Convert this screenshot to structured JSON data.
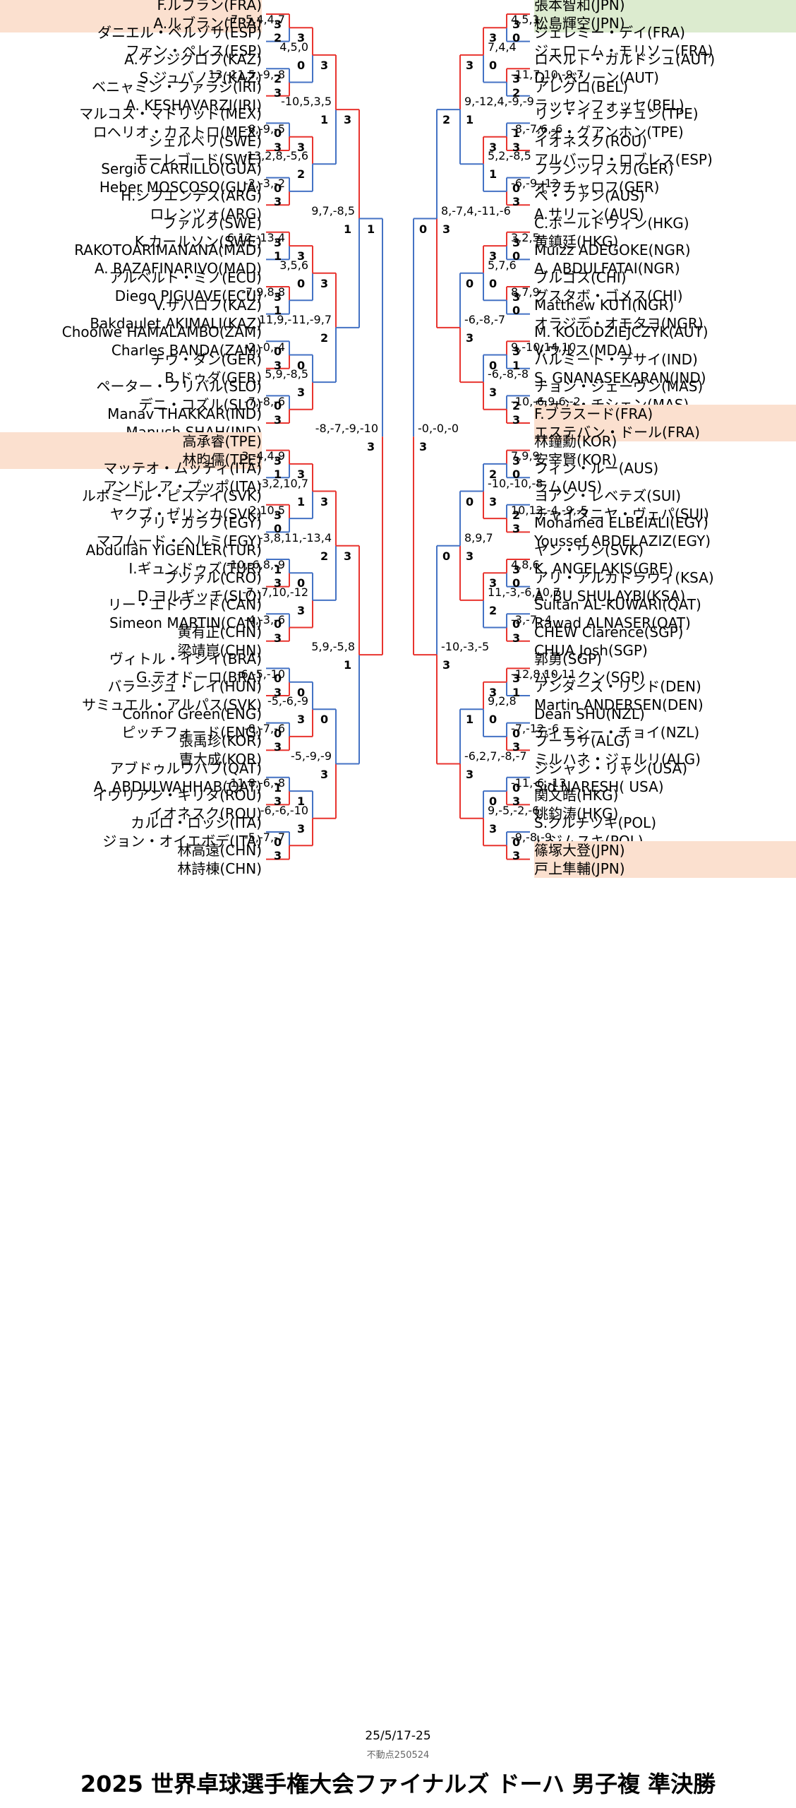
{
  "title": "2025 世界卓球選手権大会ファイナルズ ドーハ 男子複 準決勝",
  "date": "25/5/17-25",
  "note": "不動点250524",
  "colors": {
    "winner": "#e8342f",
    "loser": "#4472c4",
    "highlight_orange": "#fbe0cf",
    "highlight_green": "#dcebcf"
  },
  "bracket": {
    "left_pairs": [
      {
        "p1": "F.ルブラン(FRA)",
        "p2": "A.ルブラン(FRA)",
        "hl": "o"
      },
      {
        "p1": "ダニエル・ベルゾサ(ESP)",
        "p2": "ファン・ペレス(ESP)"
      },
      {
        "p1": "A.ケンジグロフ(KAZ)",
        "p2": "S.ジュバノフ(KAZ)"
      },
      {
        "p1": "ベニャミン・ファラジ(IRI)",
        "p2": "A. KESHAVARZI(IRI)"
      },
      {
        "p1": "マルコス・マドリッド(MEX)",
        "p2": "ロヘリオ・カストロ(MEX)"
      },
      {
        "p1": "シェルベリ(SWE)",
        "p2": "モーレゴード(SWE)"
      },
      {
        "p1": "Sergio CARRILLO(GUA)",
        "p2": "Heber MOSCOSO(GUA)"
      },
      {
        "p1": "H.シフエンテス(ARG)",
        "p2": "ロレンツォ(ARG)"
      },
      {
        "p1": "ファルク(SWE)",
        "p2": "K.カールソン(SWE)"
      },
      {
        "p1": "RAKOTOARIMANANA(MAD)",
        "p2": "A. RAZAFINARIVO(MAD)"
      },
      {
        "p1": "アルベルト・ミノ(ECU)",
        "p2": "Diego PIGUAVE(ECU)"
      },
      {
        "p1": "V.ザハロフ(KAZ)",
        "p2": "Bakdaulet AKIMALI(KAZ)"
      },
      {
        "p1": "Choolwe HAMALAMBO(ZAM)",
        "p2": "Charles BANDA(ZAM)"
      },
      {
        "p1": "チウ・ダン(GER)",
        "p2": "B.ドゥダ(GER)"
      },
      {
        "p1": "ペーター・フリバル(SLO)",
        "p2": "デニ・コズル(SLO)"
      },
      {
        "p1": "Manav THAKKAR(IND)",
        "p2": "Manush SHAH(IND)"
      },
      {
        "p1": "高承睿(TPE)",
        "p2": "林昀儒(TPE)",
        "hl": "o"
      },
      {
        "p1": "マッテオ・ムッティ(ITA)",
        "p2": "アンドレア・プッポ(ITA)"
      },
      {
        "p1": "ルボミール・ピステイ(SVK)",
        "p2": "ヤクブ・ゼリンカ(SVK)"
      },
      {
        "p1": "アリ・ガラブ(EGY)",
        "p2": "マフムード・ヘルミ(EGY)"
      },
      {
        "p1": "Abdullah YIGENLER(TUR)",
        "p2": "I.ギュンドゥズ(TUR)"
      },
      {
        "p1": "プツァル(CRO)",
        "p2": "D.ヨルギッチ(SLO)"
      },
      {
        "p1": "リー・エドワード(CAN)",
        "p2": "Simeon MARTIN(CAN)"
      },
      {
        "p1": "黄有正(CHN)",
        "p2": "梁靖崑(CHN)"
      },
      {
        "p1": "ヴィトル・イシイ(BRA)",
        "p2": "G.テオドーロ(BRA)"
      },
      {
        "p1": "バラージュ・レイ(HUN)",
        "p2": "サミュエル・アルパス(SVK)"
      },
      {
        "p1": "Connor Green(ENG)",
        "p2": "ピッチフォード(ENG)"
      },
      {
        "p1": "張禹珍(KOR)",
        "p2": "曺大成(KOR)"
      },
      {
        "p1": "アブドゥルワハブ(QAT)",
        "p2": "A. ABDULWAHHAB(QAT)"
      },
      {
        "p1": "イウリアン・キリタ(ROU)",
        "p2": "イオネスク(ROU)"
      },
      {
        "p1": "カルロ・ロッシ(ITA)",
        "p2": "ジョン・オイエボデ(ITA)"
      },
      {
        "p1": "林高遠(CHN)",
        "p2": "林詩棟(CHN)"
      }
    ],
    "right_pairs": [
      {
        "p1": "張本智和(JPN)",
        "p2": "松島輝空(JPN)",
        "hl": "g"
      },
      {
        "p1": "ジェレミー・デイ(FRA)",
        "p2": "ジェローム・モリソー(FRA)"
      },
      {
        "p1": "ロベルト・ガルドシュ(AUT)",
        "p2": "D.ハベソーン(AUT)"
      },
      {
        "p1": "アレグロ(BEL)",
        "p2": "ラッセンフォッセ(BEL)"
      },
      {
        "p1": "リン・イェンチュン(TPE)",
        "p2": "クォ・グアンホン(TPE)"
      },
      {
        "p1": "イオネスク(ROU)",
        "p2": "アルバーロ・ロブレス(ESP)"
      },
      {
        "p1": "フランツィスカ(GER)",
        "p2": "オフチャロフ(GER)"
      },
      {
        "p1": "ペ・ファン(AUS)",
        "p2": "A.サリーン(AUS)"
      },
      {
        "p1": "C.ボールドウィン(HKG)",
        "p2": "黄鎮廷(HKG)"
      },
      {
        "p1": "Muizz ADEGOKE(NGR)",
        "p2": "A. ABDULFATAI(NGR)"
      },
      {
        "p1": "ブルゴス(CHI)",
        "p2": "グスタボ・ゴメス(CHI)"
      },
      {
        "p1": "Matthew KUTI(NGR)",
        "p2": "オラジデ・オモタヨ(NGR)"
      },
      {
        "p1": "M. KOLODZIEJCZYK(AUT)",
        "p2": "V.ウルス(MDA)"
      },
      {
        "p1": "ハルミート・デサイ(IND)",
        "p2": "S. GNANASEKARAN(IND)"
      },
      {
        "p1": "チョン・ジェーヴン(MAS)",
        "p2": "ウォン・チシェン(MAS)"
      },
      {
        "p1": "F.ブラスード(FRA)",
        "p2": "エステバン・ドール(FRA)",
        "hl": "o"
      },
      {
        "p1": "林鐘勳(KOR)",
        "p2": "安宰賢(KOR)"
      },
      {
        "p1": "フィン・ルー(AUS)",
        "p2": "ラム(AUS)"
      },
      {
        "p1": "ヨアン・レベテズ(SUI)",
        "p2": "チャイタニヤ・ヴェパ(SUI)"
      },
      {
        "p1": "Mohamed ELBEIALI(EGY)",
        "p2": "Youssef ABDELAZIZ(EGY)"
      },
      {
        "p1": "ヤン・ワン(SVK)",
        "p2": "K. ANGELAKIS(GRE)"
      },
      {
        "p1": "アリ・アルカドラウィ(KSA)",
        "p2": "A. BU SHULAYBI(KSA)"
      },
      {
        "p1": "Sultan AL-KUWARI(QAT)",
        "p2": "Rawad ALNASER(QAT)"
      },
      {
        "p1": "CHEW Clarence(SGP)",
        "p2": "CHUA Josh(SGP)"
      },
      {
        "p1": "郭勇(SGP)",
        "p2": "パン・クン(SGP)"
      },
      {
        "p1": "アンダース・リンド(DEN)",
        "p2": "Martin ANDERSEN(DEN)"
      },
      {
        "p1": "Dean SHU(NZL)",
        "p2": "ティモシー・チョイ(NZL)"
      },
      {
        "p1": "プーラサ(ALG)",
        "p2": "ミルハネ・ジェルリ(ALG)"
      },
      {
        "p1": "ジシャン・リャン(USA)",
        "p2": "Sid NARESH( USA)"
      },
      {
        "p1": "関文皓(HKG)",
        "p2": "姚鈞涛(HKG)"
      },
      {
        "p1": "S.クルチツキ(POL)",
        "p2": "レジムスキ(POL)"
      },
      {
        "p1": "篠塚大登(JPN)",
        "p2": "戸上隼輔(JPN)",
        "hl": "o"
      }
    ],
    "left": [
      [
        {
          "a": 3,
          "b": 2,
          "w": 0,
          "sc": "-7,-5,4,4,7"
        },
        {
          "a": 2,
          "b": 3,
          "w": 1,
          "sc": "13,-11,5,-9,-8"
        },
        {
          "a": 0,
          "b": 3,
          "w": 1,
          "sc": "-8,-9,-5"
        },
        {
          "a": 0,
          "b": 3,
          "w": 1,
          "sc": "-2,-3,-2"
        },
        {
          "a": 3,
          "b": 1,
          "w": 0,
          "sc": "6,12,-13,4"
        },
        {
          "a": 3,
          "b": 1,
          "w": 0,
          "sc": "-7,9,8,8"
        },
        {
          "a": 0,
          "b": 3,
          "w": 1,
          "sc": "-2,-0,-4"
        },
        {
          "a": 0,
          "b": 3,
          "w": 1,
          "sc": "-7,-8,-6"
        },
        {
          "a": 3,
          "b": 1,
          "w": 0,
          "sc": "3,-4,4,9"
        },
        {
          "a": 3,
          "b": 0,
          "w": 0,
          "sc": "2,10,5"
        },
        {
          "a": 1,
          "b": 3,
          "w": 1,
          "sc": "-10,-6,8,-9"
        },
        {
          "a": 0,
          "b": 3,
          "w": 1,
          "sc": "-4,-3,-6"
        },
        {
          "a": 0,
          "b": 3,
          "w": 1,
          "sc": "-6,-5,-10"
        },
        {
          "a": 0,
          "b": 3,
          "w": 1,
          "sc": "-8,-7,-6"
        },
        {
          "a": 1,
          "b": 3,
          "w": 1,
          "sc": "-11,8,-6,-8"
        },
        {
          "a": 0,
          "b": 3,
          "w": 1,
          "sc": "-5,-7,-7"
        }
      ],
      [
        {
          "a": 3,
          "b": 0,
          "w": 0,
          "sc": "4,5,0"
        },
        {
          "a": 3,
          "b": 2,
          "w": 0,
          "sc": "-13,2,8,-5,6"
        },
        {
          "a": 3,
          "b": 0,
          "w": 0,
          "sc": "3,5,6"
        },
        {
          "a": 0,
          "b": 3,
          "w": 1,
          "sc": "5,9,-8,5"
        },
        {
          "a": 3,
          "b": 1,
          "w": 0,
          "sc": "-3,2,10,7"
        },
        {
          "a": 0,
          "b": 3,
          "w": 1,
          "sc": "-7,-7,10,-12"
        },
        {
          "a": 0,
          "b": 3,
          "w": 1,
          "sc": "-5,-6,-9"
        },
        {
          "a": 1,
          "b": 3,
          "w": 1,
          "sc": "-6,-6,-10"
        }
      ],
      [
        {
          "a": 3,
          "b": 1,
          "w": 0,
          "sc": "-10,5,3,5"
        },
        {
          "a": 3,
          "b": 2,
          "w": 0,
          "sc": "11,9,-11,-9,7"
        },
        {
          "a": 3,
          "b": 2,
          "w": 0,
          "sc": "-3,8,11,-13,4"
        },
        {
          "a": 0,
          "b": 3,
          "w": 1,
          "sc": "-5,-9,-9"
        }
      ],
      [
        {
          "a": 3,
          "b": 1,
          "w": 0,
          "sc": "9,7,-8,5"
        },
        {
          "a": 3,
          "b": 1,
          "w": 0,
          "sc": "5,9,-5,8"
        }
      ],
      [
        {
          "a": 1,
          "b": 3,
          "w": 1,
          "sc": "-8,-7,-9,-10"
        }
      ]
    ],
    "right": [
      [
        {
          "a": 3,
          "b": 0,
          "w": 0,
          "sc": "4,5,1"
        },
        {
          "a": 3,
          "b": 2,
          "w": 0,
          "sc": "-11,7,10,-9,7"
        },
        {
          "a": 1,
          "b": 3,
          "w": 1,
          "sc": "-8,-7,6,-6"
        },
        {
          "a": 0,
          "b": 3,
          "w": 1,
          "sc": "-6,-9,-12"
        },
        {
          "a": 3,
          "b": 0,
          "w": 0,
          "sc": "3,2,5"
        },
        {
          "a": 3,
          "b": 0,
          "w": 0,
          "sc": "8,7,9"
        },
        {
          "a": 3,
          "b": 1,
          "w": 0,
          "sc": "9,-10,14,10"
        },
        {
          "a": 2,
          "b": 3,
          "w": 1,
          "sc": "-10,-6,9,6,-2"
        },
        {
          "a": 3,
          "b": 0,
          "w": 0,
          "sc": "7,9,9"
        },
        {
          "a": 2,
          "b": 3,
          "w": 1,
          "sc": "10,12,-4,-9,-5"
        },
        {
          "a": 3,
          "b": 0,
          "w": 0,
          "sc": "4,8,6"
        },
        {
          "a": 0,
          "b": 3,
          "w": 1,
          "sc": "-3,-7,-4"
        },
        {
          "a": 3,
          "b": 1,
          "w": 0,
          "sc": "-12,8,10,11"
        },
        {
          "a": 0,
          "b": 3,
          "w": 1,
          "sc": "-7,-12,-6"
        },
        {
          "a": 0,
          "b": 3,
          "w": 1,
          "sc": "-11,-6,-13"
        },
        {
          "a": 0,
          "b": 3,
          "w": 1,
          "sc": "-9,-8,-9"
        }
      ],
      [
        {
          "a": 3,
          "b": 0,
          "w": 0,
          "sc": "7,4,4"
        },
        {
          "a": 3,
          "b": 1,
          "w": 0,
          "sc": "5,2,-8,5"
        },
        {
          "a": 3,
          "b": 0,
          "w": 0,
          "sc": "5,7,6"
        },
        {
          "a": 0,
          "b": 3,
          "w": 1,
          "sc": "-6,-8,-8"
        },
        {
          "a": 2,
          "b": 3,
          "w": 1,
          "sc": "-10,-10,-8"
        },
        {
          "a": 3,
          "b": 2,
          "w": 0,
          "sc": "11,-3,-6,10,7"
        },
        {
          "a": 3,
          "b": 0,
          "w": 0,
          "sc": "9,2,8"
        },
        {
          "a": 0,
          "b": 3,
          "w": 1,
          "sc": "9,-5,-2,-6"
        }
      ],
      [
        {
          "a": 3,
          "b": 1,
          "w": 0,
          "sc": "9,-12,4,-9,-9"
        },
        {
          "a": 0,
          "b": 3,
          "w": 1,
          "sc": "-6,-8,-7"
        },
        {
          "a": 0,
          "b": 3,
          "w": 1,
          "sc": "8,9,7"
        },
        {
          "a": 1,
          "b": 3,
          "w": 1,
          "sc": "-6,2,7,-8,-7"
        }
      ],
      [
        {
          "a": 2,
          "b": 3,
          "w": 1,
          "sc": "8,-7,4,-11,-6"
        },
        {
          "a": 0,
          "b": 3,
          "w": 1,
          "sc": "-10,-3,-5"
        }
      ],
      [
        {
          "a": 0,
          "b": 3,
          "w": 1,
          "sc": "-0,-0,-0"
        }
      ]
    ]
  }
}
